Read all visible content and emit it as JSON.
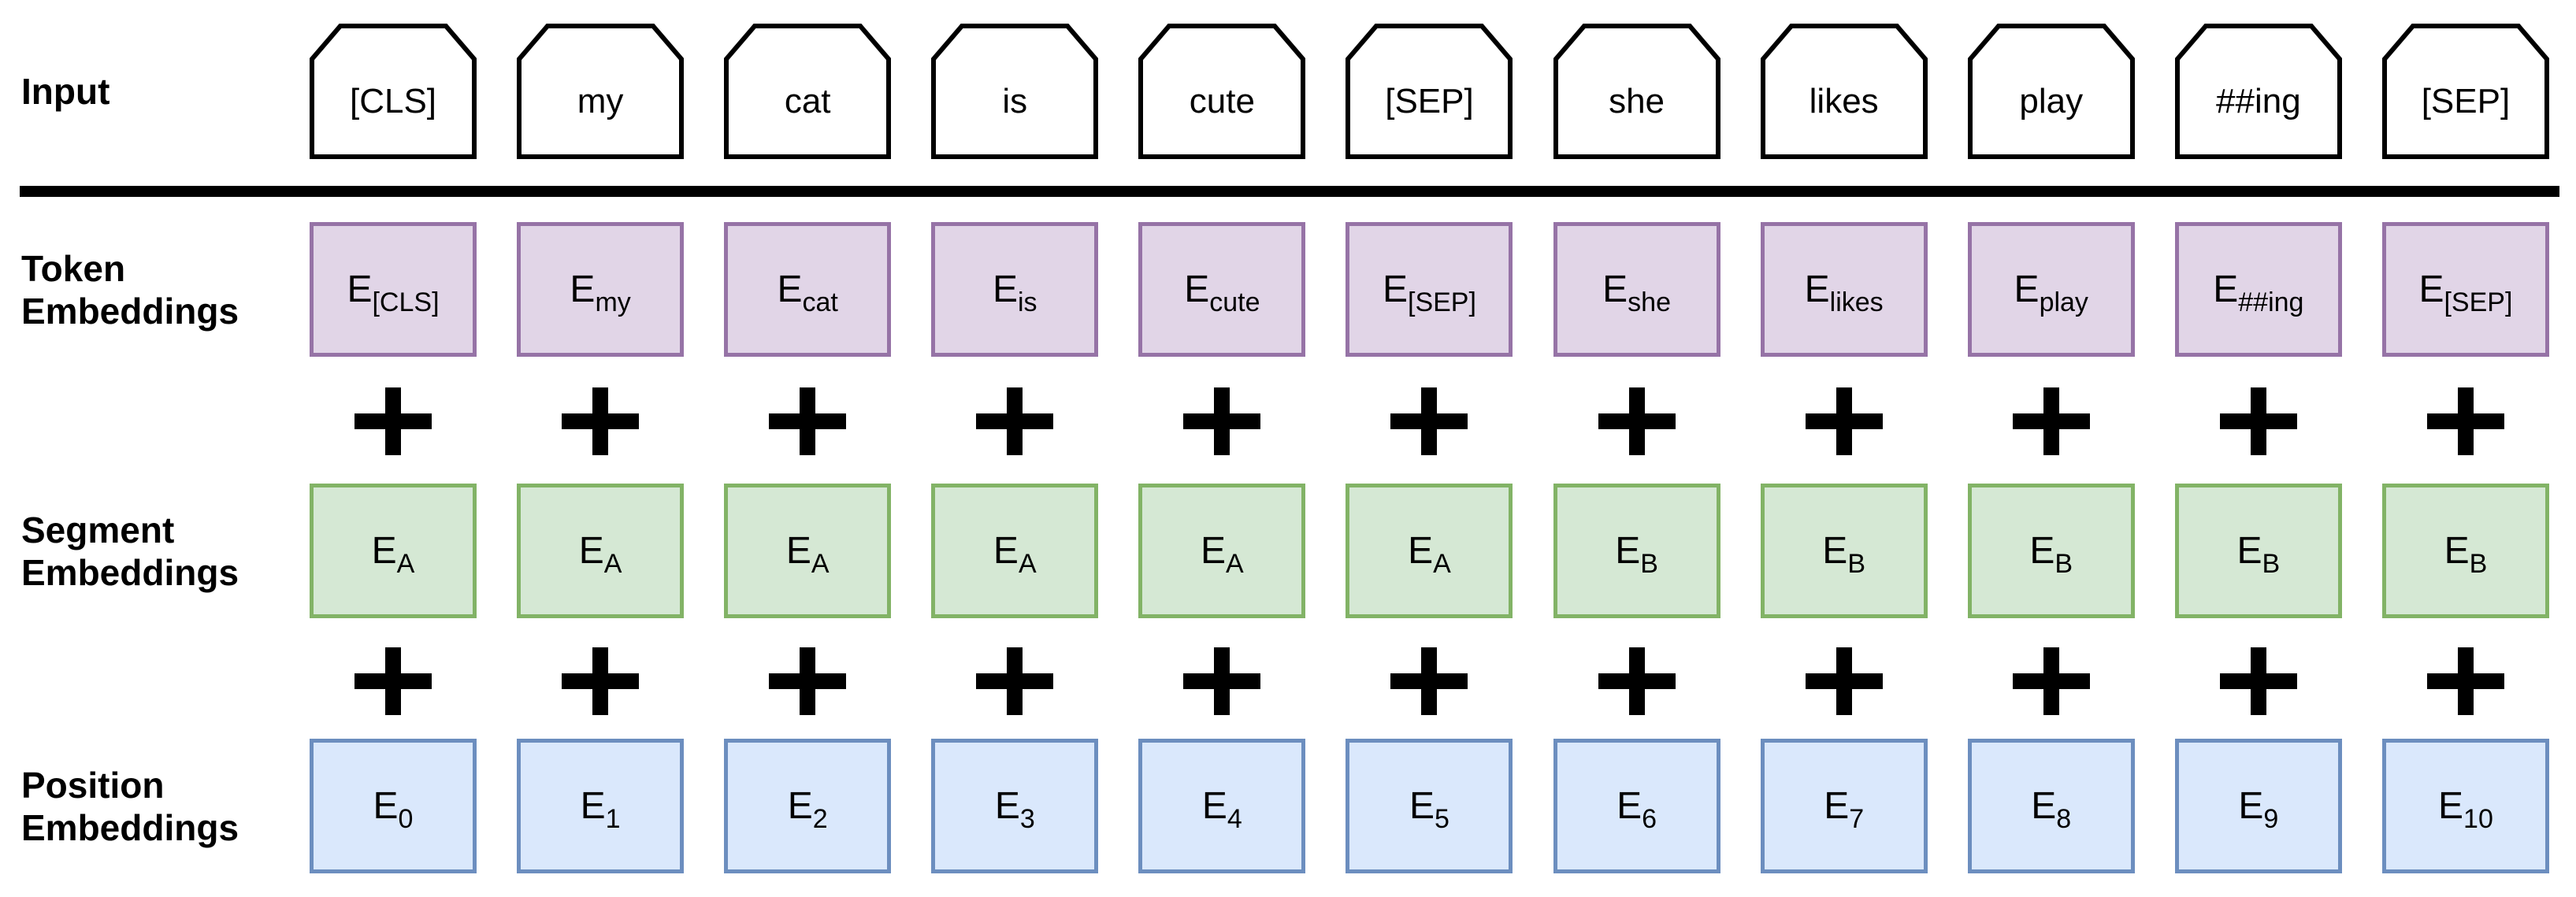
{
  "figure": {
    "row_labels": {
      "input": "Input",
      "token": "Token\nEmbeddings",
      "segment": "Segment\nEmbeddings",
      "position": "Position\nEmbeddings"
    },
    "embedding_base": "E",
    "plus_symbol": "+",
    "colors": {
      "token_fill": "#E1D5E7",
      "token_stroke": "#9673A6",
      "segment_fill": "#D5E8D4",
      "segment_stroke": "#82B366",
      "position_fill": "#DAE8FC",
      "position_stroke": "#6C8EBF",
      "tag_fill": "#FFFFFF",
      "tag_stroke": "#000000",
      "divider": "#000000",
      "plus": "#000000",
      "label_color": "#000000"
    },
    "columns": [
      {
        "token": "[CLS]",
        "token_subscript": "[CLS]",
        "segment_subscript": "A",
        "position_subscript": "0"
      },
      {
        "token": "my",
        "token_subscript": "my",
        "segment_subscript": "A",
        "position_subscript": "1"
      },
      {
        "token": "cat",
        "token_subscript": "cat",
        "segment_subscript": "A",
        "position_subscript": "2"
      },
      {
        "token": "is",
        "token_subscript": "is",
        "segment_subscript": "A",
        "position_subscript": "3"
      },
      {
        "token": "cute",
        "token_subscript": "cute",
        "segment_subscript": "A",
        "position_subscript": "4"
      },
      {
        "token": "[SEP]",
        "token_subscript": "[SEP]",
        "segment_subscript": "A",
        "position_subscript": "5"
      },
      {
        "token": "she",
        "token_subscript": "she",
        "segment_subscript": "B",
        "position_subscript": "6"
      },
      {
        "token": "likes",
        "token_subscript": "likes",
        "segment_subscript": "B",
        "position_subscript": "7"
      },
      {
        "token": "play",
        "token_subscript": "play",
        "segment_subscript": "B",
        "position_subscript": "8"
      },
      {
        "token": "##ing",
        "token_subscript": "##ing",
        "segment_subscript": "B",
        "position_subscript": "9"
      },
      {
        "token": "[SEP]",
        "token_subscript": "[SEP]",
        "segment_subscript": "B",
        "position_subscript": "10"
      }
    ]
  }
}
